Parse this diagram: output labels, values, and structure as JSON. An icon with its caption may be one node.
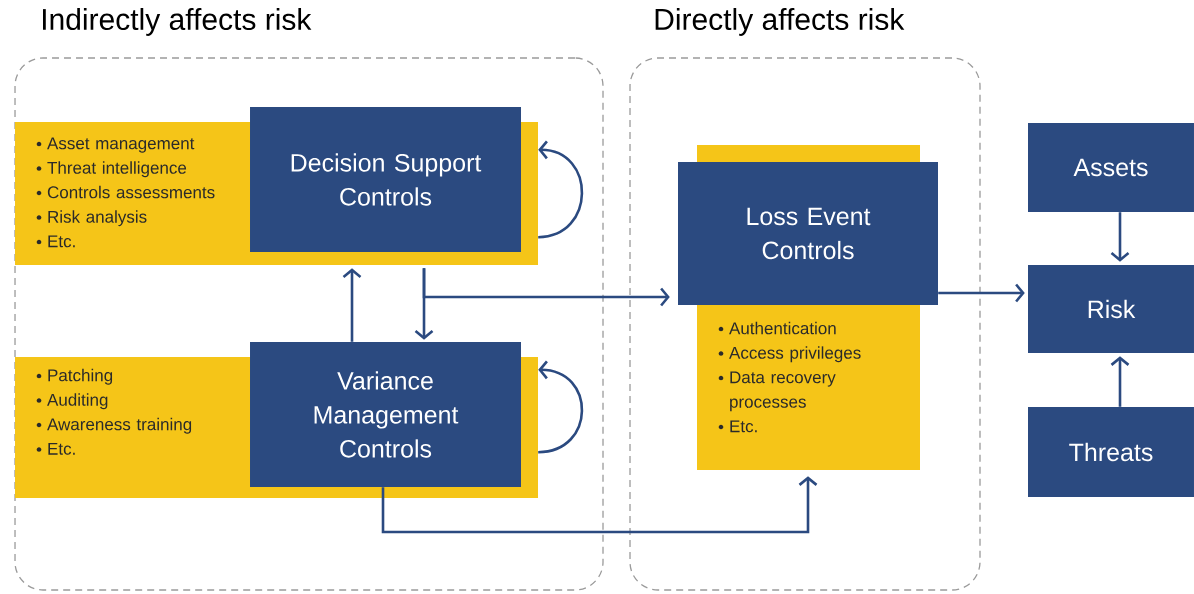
{
  "diagram": {
    "nodes": [
      {
        "text": [
          "Indirectly affects risk"
        ]
      },
      {
        "text": [
          "Directly affects risk"
        ]
      },
      {
        "text": [
          "Asset management",
          "Threat intelligence",
          "Controls assessments",
          "Risk analysis",
          "Etc."
        ],
        "in": 0
      },
      {
        "text": [
          "Decision Support Controls"
        ],
        "in": 0
      },
      {
        "text": [
          "Patching",
          "Auditing",
          "Awareness training",
          "Etc."
        ],
        "in": 0
      },
      {
        "text": [
          "Variance Management Controls"
        ],
        "in": 0
      },
      {
        "text": [
          "Authentication",
          "Access privileges",
          "Data recovery processes",
          "Etc."
        ],
        "in": 1
      },
      {
        "text": [
          "Loss Event Controls"
        ],
        "in": 1
      },
      {
        "text": [
          "Assets"
        ]
      },
      {
        "text": [
          "Risk"
        ]
      },
      {
        "text": [
          "Threats"
        ]
      }
    ],
    "edges": [
      {
        "from": 2,
        "to": 2,
        "arrow": "to"
      },
      {
        "from": 4,
        "to": 4,
        "arrow": "to"
      },
      {
        "from": 5,
        "to": 2,
        "arrow": "to"
      },
      {
        "from": 2,
        "to": 5,
        "arrow": "to"
      },
      {
        "from": 2,
        "to": 7,
        "arrow": "to"
      },
      {
        "from": 5,
        "to": 6,
        "arrow": "to"
      },
      {
        "from": 7,
        "to": 9,
        "arrow": "to"
      },
      {
        "from": 8,
        "to": 9,
        "arrow": "to"
      },
      {
        "from": 10,
        "to": 9,
        "arrow": "to"
      }
    ]
  }
}
